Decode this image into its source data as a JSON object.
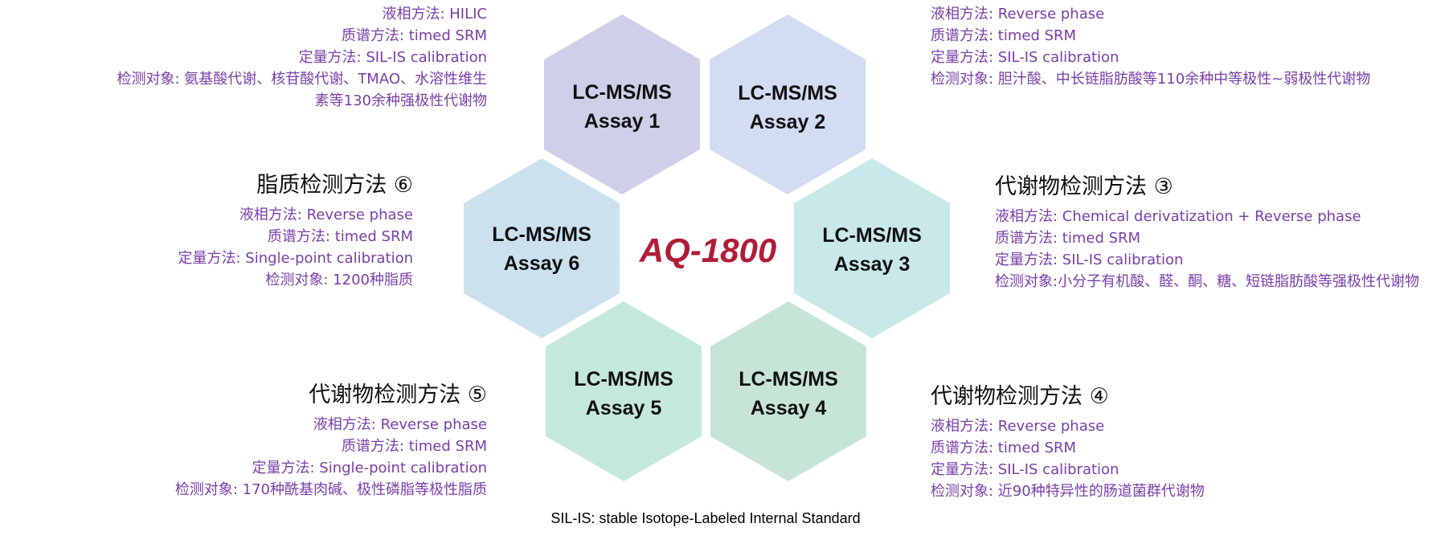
{
  "center_title": "AQ-1800",
  "footnote": "SIL-IS: stable Isotope-Labeled Internal Standard",
  "colors": {
    "title": "#b01c38",
    "heading": "#111111",
    "detail_text": "#7a3ea8",
    "hex_fill_1": "#cdd0e8",
    "hex_fill_2": "#d2dcf2",
    "hex_fill_3": "#c9e8ea",
    "hex_fill_4": "#c6e5d6",
    "hex_fill_5": "#c4e8de",
    "hex_fill_6": "#cbe1ee"
  },
  "hexagons": [
    {
      "id": "assay1",
      "line1": "LC-MS/MS",
      "line2": "Assay 1",
      "fill": "#cdd0e8"
    },
    {
      "id": "assay2",
      "line1": "LC-MS/MS",
      "line2": "Assay 2",
      "fill": "#d2dcf2"
    },
    {
      "id": "assay3",
      "line1": "LC-MS/MS",
      "line2": "Assay 3",
      "fill": "#c9e8ea"
    },
    {
      "id": "assay4",
      "line1": "LC-MS/MS",
      "line2": "Assay 4",
      "fill": "#c6e5d6"
    },
    {
      "id": "assay5",
      "line1": "LC-MS/MS",
      "line2": "Assay 5",
      "fill": "#c4e8de"
    },
    {
      "id": "assay6",
      "line1": "LC-MS/MS",
      "line2": "Assay 6",
      "fill": "#cbe1ee"
    }
  ],
  "blocks": {
    "assay1": {
      "heading": "",
      "lines": [
        "液相方法: HILIC",
        "质谱方法: timed SRM",
        "定量方法: SIL-IS calibration",
        "检测对象: 氨基酸代谢、核苷酸代谢、TMAO、水溶性维生",
        "素等130余种强极性代谢物"
      ]
    },
    "assay2": {
      "heading": "",
      "lines": [
        "液相方法: Reverse phase",
        "质谱方法: timed SRM",
        "定量方法: SIL-IS calibration",
        "检测对象: 胆汁酸、中长链脂肪酸等110余种中等极性~弱极性代谢物"
      ]
    },
    "assay3": {
      "heading": "代谢物检测方法 ③",
      "lines": [
        "液相方法: Chemical derivatization + Reverse phase",
        "质谱方法: timed SRM",
        "定量方法: SIL-IS calibration",
        "检测对象:小分子有机酸、醛、酮、糖、短链脂肪酸等强极性代谢物"
      ]
    },
    "assay4": {
      "heading": "代谢物检测方法 ④",
      "lines": [
        "液相方法: Reverse phase",
        "质谱方法: timed SRM",
        "定量方法: SIL-IS calibration",
        "检测对象: 近90种特异性的肠道菌群代谢物"
      ]
    },
    "assay5": {
      "heading": "代谢物检测方法 ⑤",
      "lines": [
        "液相方法: Reverse phase",
        "质谱方法: timed SRM",
        "定量方法: Single-point calibration",
        "检测对象: 170种酰基肉碱、极性磷脂等极性脂质"
      ]
    },
    "assay6": {
      "heading": "脂质检测方法 ⑥",
      "lines": [
        "液相方法: Reverse phase",
        "质谱方法: timed SRM",
        "定量方法: Single-point calibration",
        "检测对象: 1200种脂质"
      ]
    }
  }
}
